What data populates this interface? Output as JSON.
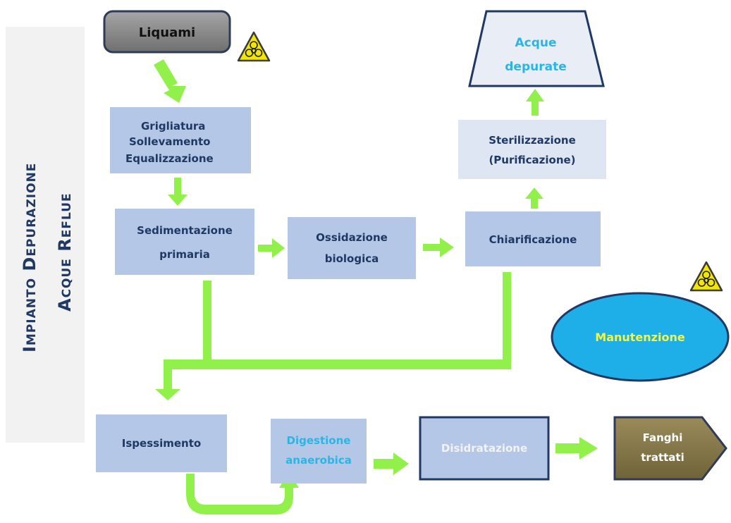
{
  "title": {
    "line1": "Impianto Depurazione",
    "line2": "Acque Reflue"
  },
  "nodes": {
    "liquami": "Liquami",
    "grigliatura": [
      "Grigliatura",
      "Sollevamento",
      "Equalizzazione"
    ],
    "sedimentazione": [
      "Sedimentazione",
      "primaria"
    ],
    "ossidazione": [
      "Ossidazione",
      "biologica"
    ],
    "chiarificazione": "Chiarificazione",
    "sterilizzazione": [
      "Sterilizzazione",
      "(Purificazione)"
    ],
    "acque_depurate": [
      "Acque",
      "depurate"
    ],
    "manutenzione": "Manutenzione",
    "ispessimento": "Ispessimento",
    "digestione": [
      "Digestione",
      "anaerobica"
    ],
    "disidratazione": "Disidratazione",
    "fanghi": [
      "Fanghi",
      "trattati"
    ]
  },
  "colors": {
    "box_fill": "#b4c7e7",
    "text_dark": "#1f3864",
    "arrow_green": "#92f04a",
    "title_band": "#f2f2f2",
    "liquami_fill": "#8c8c8c",
    "acque_text": "#29b6e6",
    "manutenzione_fill": "#1eaee8",
    "manutenzione_text": "#f5f542",
    "fanghi_fill": "#8b7d4f",
    "biohazard_yellow": "#f3e600"
  }
}
